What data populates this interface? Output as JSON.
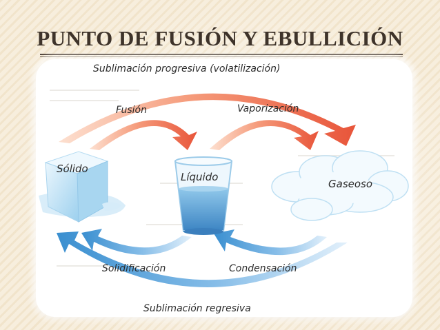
{
  "title": "PUNTO DE FUSIÓN Y EBULLICIÓN",
  "states": {
    "solid": "Sólido",
    "liquid": "Líquido",
    "gas": "Gaseoso"
  },
  "processes": {
    "sublimation_progressive": "Sublimación progresiva (volatilización)",
    "fusion": "Fusión",
    "vaporization": "Vaporización",
    "solidification": "Solidificación",
    "condensation": "Condensación",
    "sublimation_regressive": "Sublimación regresiva"
  },
  "colors": {
    "heating_arrows": "#e8553a",
    "cooling_arrows": "#3a8fd0",
    "title_text": "#3e332a"
  }
}
